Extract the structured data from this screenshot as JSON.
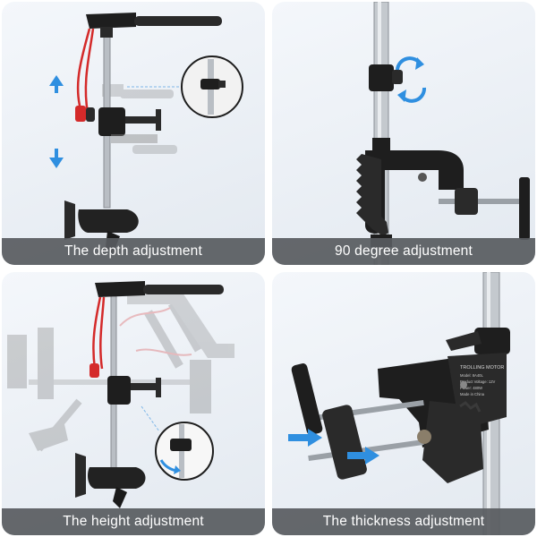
{
  "panels": [
    {
      "caption": "The depth adjustment"
    },
    {
      "caption": "90 degree adjustment"
    },
    {
      "caption": "The height adjustment"
    },
    {
      "caption": "The thickness adjustment"
    }
  ],
  "plate_text": {
    "line1": "TROLLING MOTOR",
    "line2": "Model: 8A40L",
    "line3": "Product Voltage: 12V",
    "line4": "Power: 480W",
    "line5": "Made in China"
  },
  "colors": {
    "caption_bg": "#585b60",
    "arrow_blue": "#2f8fe0",
    "motor_black": "#1e1e1e",
    "wire_red": "#d42a2a"
  }
}
